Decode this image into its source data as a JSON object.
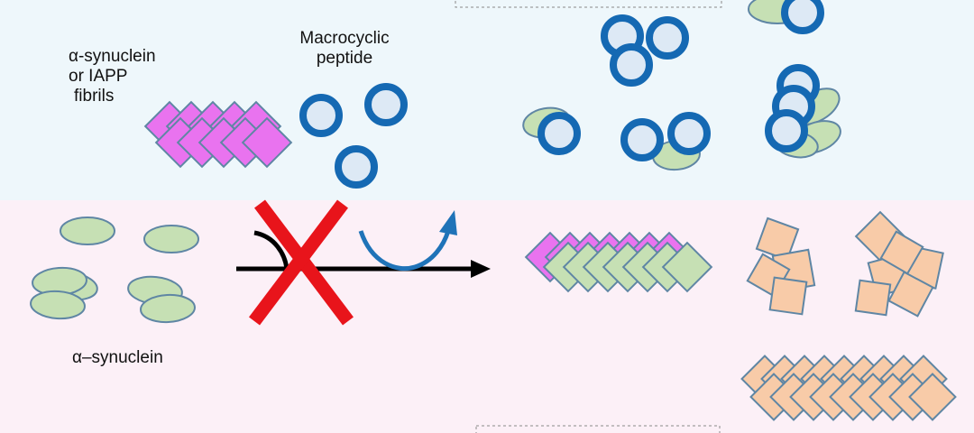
{
  "labels": {
    "fibril_label_line1": "α-synuclein",
    "fibril_label_line2": "or IAPP",
    "fibril_label_line3": "fibrils",
    "peptide_label_line1": "Macrocyclic",
    "peptide_label_line2": "peptide",
    "monomer_label": "α–synuclein"
  },
  "colors": {
    "top_panel": "#eef7fb",
    "bottom_panel": "#fcf0f7",
    "peptide_ring": "#1569b3",
    "peptide_fill": "#dde9f5",
    "monomer_fill": "#c6e0b4",
    "monomer_stroke": "#5f86a4",
    "fibril_magenta": "#e973ef",
    "fibril_peach": "#f8cba8",
    "inhibition_cross": "#e8141b",
    "curve_arrow": "#1f73b8",
    "main_arrow": "#000000"
  }
}
